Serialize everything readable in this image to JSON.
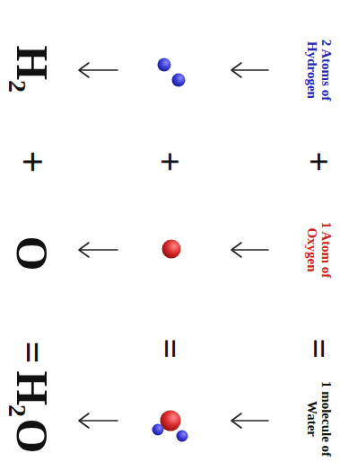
{
  "diagram": {
    "labels": [
      "2 Atoms of Hydrogen",
      "+",
      "1 Atom of Oxygen",
      "=",
      "1 molecule of Water",
      "+",
      "=",
      "H",
      "2",
      "+",
      "O",
      "=",
      "H",
      "2",
      "O"
    ]
  }
}
